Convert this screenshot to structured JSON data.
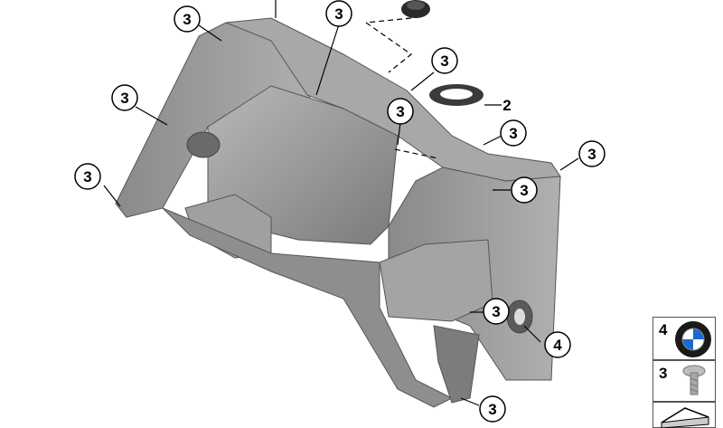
{
  "diagram": {
    "callouts": [
      "3",
      "3",
      "3",
      "3",
      "3",
      "3",
      "3",
      "3",
      "3",
      "3",
      "3",
      "2",
      "4"
    ],
    "legend": [
      {
        "number": "4",
        "icon": "bmw-roundel-emblem-icon"
      },
      {
        "number": "3",
        "icon": "torx-screw-icon"
      },
      {
        "number": "",
        "icon": "wedge-arrow-icon"
      }
    ],
    "colors": {
      "part_fill": "#9a9a9a",
      "part_dark": "#6e6e6e",
      "part_light": "#c4c4c4",
      "line": "#000000"
    }
  }
}
